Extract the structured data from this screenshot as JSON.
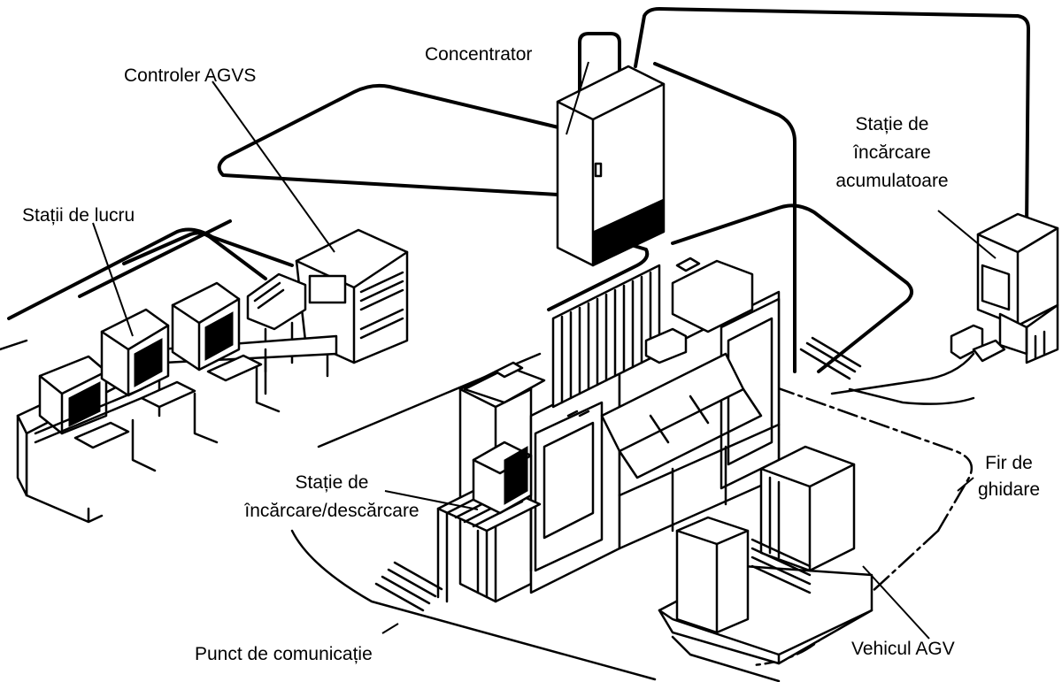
{
  "labels": {
    "concentrator": "Concentrator",
    "controller": "Controler AGVS",
    "workstations": "Stații de lucru",
    "charging_line1": "Stație de",
    "charging_line2": "încărcare",
    "charging_line3": "acumulatoare",
    "load_line1": "Stație de",
    "load_line2": "încărcare/descărcare",
    "guide_line1": "Fir de",
    "guide_line2": "ghidare",
    "comm_point": "Punct de comunicație",
    "vehicle": "Vehicul AGV"
  }
}
